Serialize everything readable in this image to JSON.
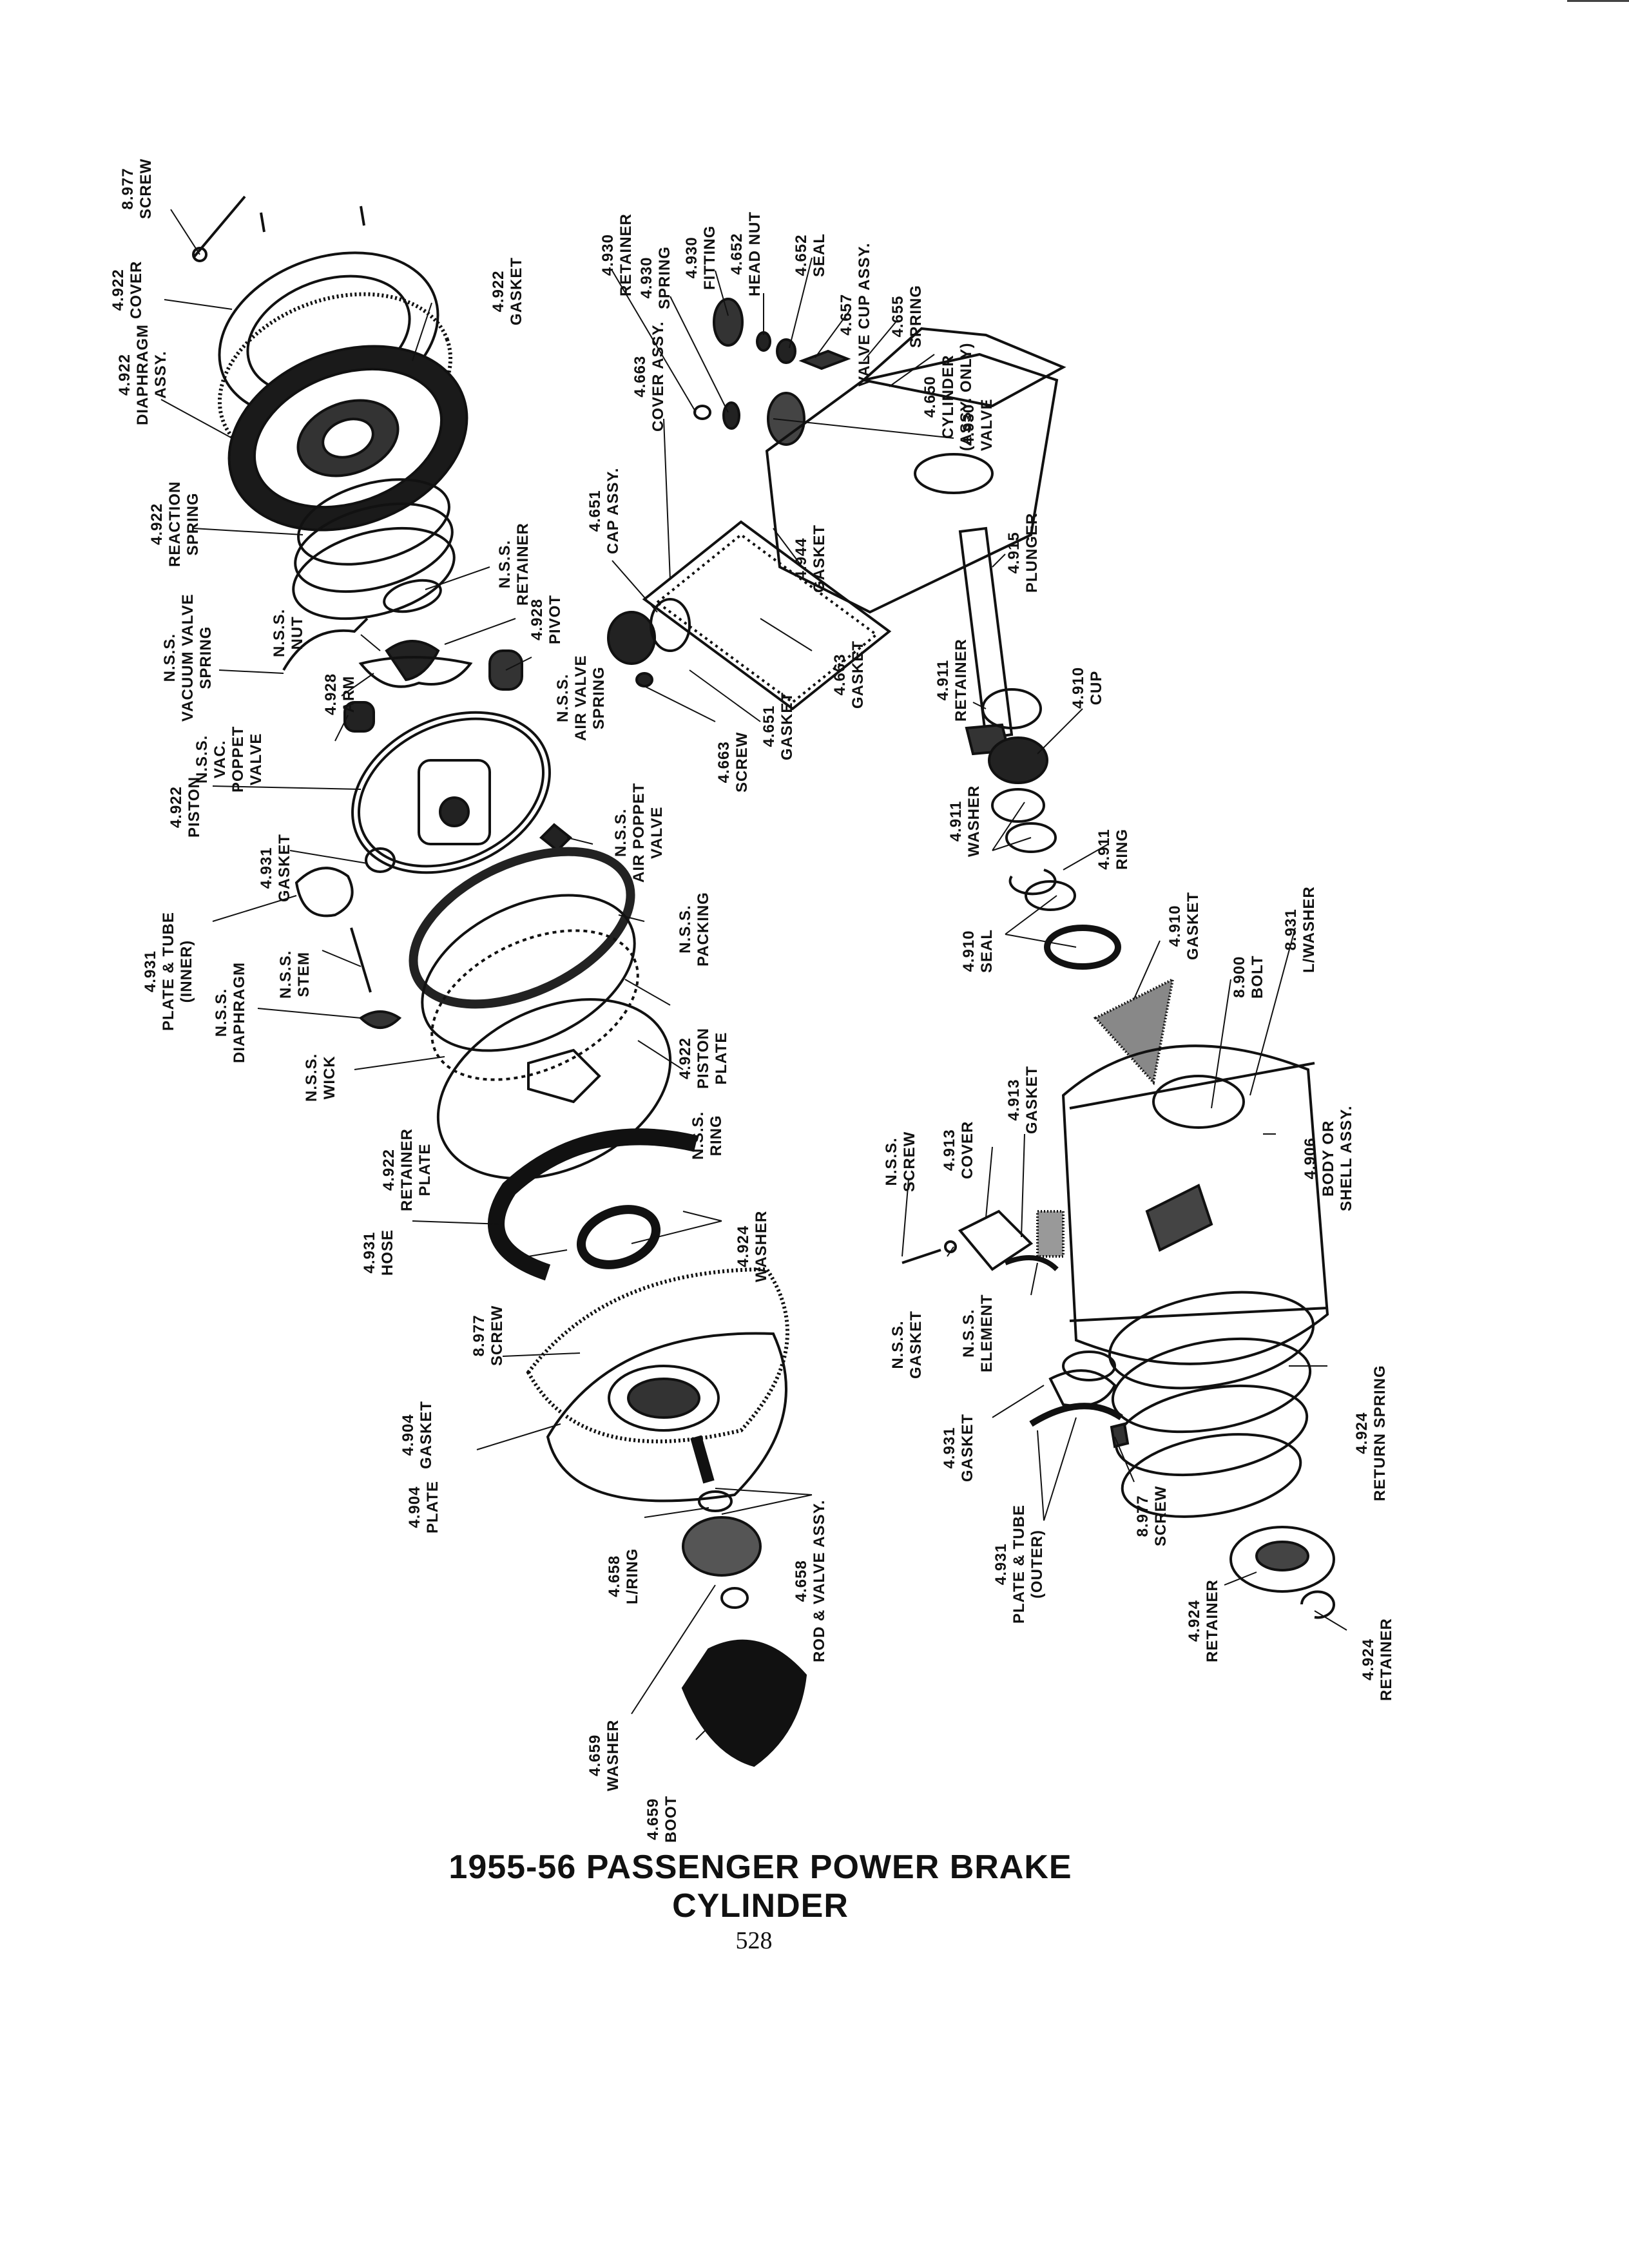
{
  "title": "1955-56 PASSENGER POWER BRAKE CYLINDER",
  "page_number": "528",
  "labels": [
    {
      "id": "l01",
      "lines": [
        "8.977",
        "SCREW"
      ]
    },
    {
      "id": "l02",
      "lines": [
        "4.922",
        "COVER"
      ]
    },
    {
      "id": "l03",
      "lines": [
        "4.922",
        "GASKET"
      ]
    },
    {
      "id": "l04",
      "lines": [
        "4.922",
        "DIAPHRAGM",
        "ASSY."
      ]
    },
    {
      "id": "l05",
      "lines": [
        "4.922",
        "REACTION",
        "SPRING"
      ]
    },
    {
      "id": "l06",
      "lines": [
        "N.S.S.",
        "RETAINER"
      ]
    },
    {
      "id": "l07",
      "lines": [
        "N.S.S.",
        "VACUUM VALVE",
        "SPRING"
      ]
    },
    {
      "id": "l08",
      "lines": [
        "N.S.S.",
        "NUT"
      ]
    },
    {
      "id": "l09",
      "lines": [
        "4.928",
        "PIVOT"
      ]
    },
    {
      "id": "l10",
      "lines": [
        "4.928",
        "ARM"
      ]
    },
    {
      "id": "l11",
      "lines": [
        "N.S.S.",
        "VAC.",
        "POPPET",
        "VALVE"
      ]
    },
    {
      "id": "l12",
      "lines": [
        "4.922",
        "PISTON"
      ]
    },
    {
      "id": "l13",
      "lines": [
        "N.S.S.",
        "AIR VALVE",
        "SPRING"
      ]
    },
    {
      "id": "l14",
      "lines": [
        "4.931",
        "GASKET"
      ]
    },
    {
      "id": "l15",
      "lines": [
        "N.S.S.",
        "AIR POPPET",
        "VALVE"
      ]
    },
    {
      "id": "l16",
      "lines": [
        "4.931",
        "PLATE & TUBE",
        "(INNER)"
      ]
    },
    {
      "id": "l17",
      "lines": [
        "N.S.S.",
        "DIAPHRAGM"
      ]
    },
    {
      "id": "l18",
      "lines": [
        "N.S.S.",
        "STEM"
      ]
    },
    {
      "id": "l19",
      "lines": [
        "N.S.S.",
        "PACKING"
      ]
    },
    {
      "id": "l20",
      "lines": [
        "N.S.S.",
        "WICK"
      ]
    },
    {
      "id": "l21",
      "lines": [
        "4.922",
        "PISTON",
        "PLATE"
      ]
    },
    {
      "id": "l22",
      "lines": [
        "4.922",
        "RETAINER",
        "PLATE"
      ]
    },
    {
      "id": "l23",
      "lines": [
        "N.S.S.",
        "RING"
      ]
    },
    {
      "id": "l24",
      "lines": [
        "4.931",
        "HOSE"
      ]
    },
    {
      "id": "l25",
      "lines": [
        "4.924",
        "WASHER"
      ]
    },
    {
      "id": "l26",
      "lines": [
        "8.977",
        "SCREW"
      ]
    },
    {
      "id": "l27",
      "lines": [
        "4.904",
        "GASKET"
      ]
    },
    {
      "id": "l28",
      "lines": [
        "4.904",
        "PLATE"
      ]
    },
    {
      "id": "l29",
      "lines": [
        "4.658",
        "ROD & VALVE ASSY."
      ]
    },
    {
      "id": "l30",
      "lines": [
        "4.658",
        "L/RING"
      ]
    },
    {
      "id": "l31",
      "lines": [
        "4.659",
        "WASHER"
      ]
    },
    {
      "id": "l32",
      "lines": [
        "4.659",
        "BOOT"
      ]
    },
    {
      "id": "l33",
      "lines": [
        "4.930",
        "RETAINER"
      ]
    },
    {
      "id": "l34",
      "lines": [
        "4.930",
        "SPRING"
      ]
    },
    {
      "id": "l35",
      "lines": [
        "4.930",
        "FITTING"
      ]
    },
    {
      "id": "l36",
      "lines": [
        "4.652",
        "HEAD NUT"
      ]
    },
    {
      "id": "l37",
      "lines": [
        "4.652",
        "SEAL"
      ]
    },
    {
      "id": "l38",
      "lines": [
        "4.657",
        "VALVE CUP ASSY."
      ]
    },
    {
      "id": "l39",
      "lines": [
        "4.655",
        "SPRING"
      ]
    },
    {
      "id": "l40",
      "lines": [
        "4.650",
        "CYLINDER",
        "(ASSY. ONLY)"
      ]
    },
    {
      "id": "l41",
      "lines": [
        "4.663",
        "COVER ASSY."
      ]
    },
    {
      "id": "l42",
      "lines": [
        "4.651",
        "CAP ASSY."
      ]
    },
    {
      "id": "l43",
      "lines": [
        "4.930",
        "VALVE"
      ]
    },
    {
      "id": "l44",
      "lines": [
        "4.944",
        "GASKET"
      ]
    },
    {
      "id": "l45",
      "lines": [
        "4.915",
        "PLUNGER"
      ]
    },
    {
      "id": "l46",
      "lines": [
        "4.663",
        "GASKET"
      ]
    },
    {
      "id": "l47",
      "lines": [
        "4.651",
        "GASKET"
      ]
    },
    {
      "id": "l48",
      "lines": [
        "4.663",
        "SCREW"
      ]
    },
    {
      "id": "l49",
      "lines": [
        "4.911",
        "RETAINER"
      ]
    },
    {
      "id": "l50",
      "lines": [
        "4.910",
        "CUP"
      ]
    },
    {
      "id": "l51",
      "lines": [
        "4.911",
        "WASHER"
      ]
    },
    {
      "id": "l52",
      "lines": [
        "4.911",
        "RING"
      ]
    },
    {
      "id": "l53",
      "lines": [
        "4.910",
        "SEAL"
      ]
    },
    {
      "id": "l54",
      "lines": [
        "4.910",
        "GASKET"
      ]
    },
    {
      "id": "l55",
      "lines": [
        "8.931",
        "L/WASHER"
      ]
    },
    {
      "id": "l56",
      "lines": [
        "8.900",
        "BOLT"
      ]
    },
    {
      "id": "l57",
      "lines": [
        "N.S.S.",
        "SCREW"
      ]
    },
    {
      "id": "l58",
      "lines": [
        "4.913",
        "COVER"
      ]
    },
    {
      "id": "l59",
      "lines": [
        "4.913",
        "GASKET"
      ]
    },
    {
      "id": "l60",
      "lines": [
        "4.906",
        "BODY OR",
        "SHELL ASSY."
      ]
    },
    {
      "id": "l61",
      "lines": [
        "N.S.S.",
        "GASKET"
      ]
    },
    {
      "id": "l62",
      "lines": [
        "N.S.S.",
        "ELEMENT"
      ]
    },
    {
      "id": "l63",
      "lines": [
        "4.924",
        "RETURN SPRING"
      ]
    },
    {
      "id": "l64",
      "lines": [
        "4.931",
        "GASKET"
      ]
    },
    {
      "id": "l65",
      "lines": [
        "8.977",
        "SCREW"
      ]
    },
    {
      "id": "l66",
      "lines": [
        "4.931",
        "PLATE & TUBE",
        "(OUTER)"
      ]
    },
    {
      "id": "l67",
      "lines": [
        "4.924",
        "RETAINER"
      ]
    },
    {
      "id": "l68",
      "lines": [
        "4.924",
        "RETAINER"
      ]
    }
  ]
}
